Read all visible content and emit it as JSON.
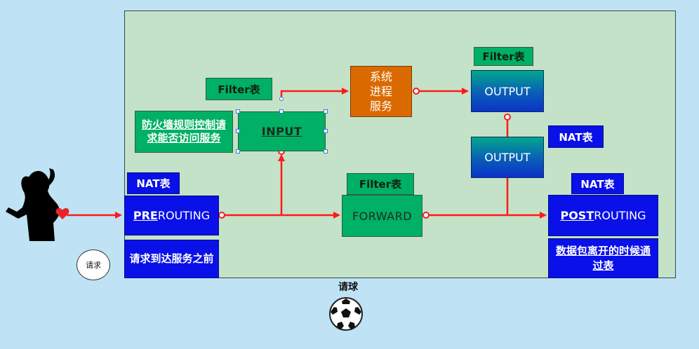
{
  "boxes": {
    "filter_input_label": "Filter表",
    "firewall_note": "防火墙规则控制请求能否访问服务",
    "input": "INPUT",
    "system_service": "系统进程服务",
    "filter_output_label": "Filter表",
    "output_top": "OUTPUT",
    "nat_output_label": "NAT表",
    "output_bottom": "OUTPUT",
    "nat_pre_label": "NAT表",
    "prerouting_prefix": "PRE",
    "prerouting_suffix": "ROUTING",
    "pre_note": "请求到达服务之前",
    "filter_forward_label": "Filter表",
    "forward": "FORWARD",
    "nat_post_label": "NAT表",
    "postrouting_prefix": "POST",
    "postrouting_suffix": "ROUTING",
    "post_note": "数据包离开的时候通过表"
  },
  "request_button": "请求",
  "ball_label": "请球",
  "icons": {
    "figure": "silhouette-figure-icon",
    "heart": "heart-icon",
    "ball": "soccer-ball-icon"
  },
  "colors": {
    "panel": "#c4e2c8",
    "wire": "#ff1a1a",
    "green_box": "#00b064",
    "blue_box": "#0a10e8",
    "orange_box": "#da6a00"
  }
}
